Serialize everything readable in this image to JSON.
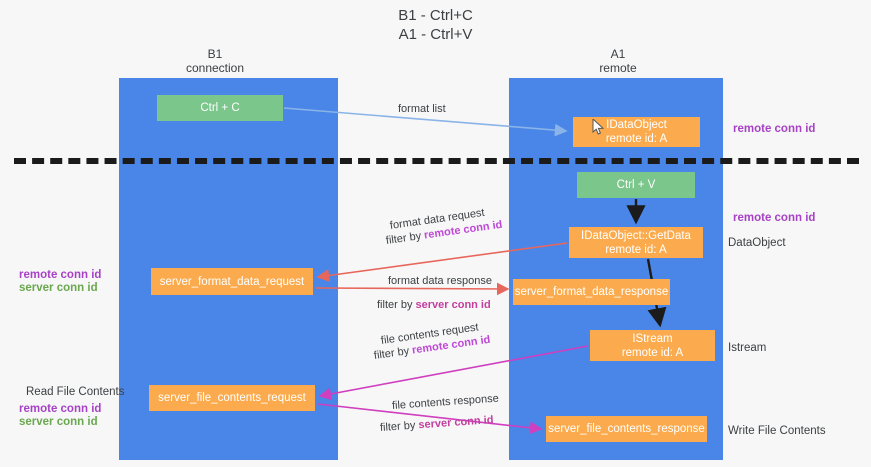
{
  "title": {
    "line1": "B1 - Ctrl+C",
    "line2": "A1 - Ctrl+V"
  },
  "columns": [
    {
      "name": "B1",
      "subtitle": "connection"
    },
    {
      "name": "A1",
      "subtitle": "remote"
    }
  ],
  "nodes": {
    "ctrl_c": {
      "line1": "Ctrl + C",
      "line2": "",
      "color": "#7ac68b"
    },
    "idataobject": {
      "line1": "IDataObject",
      "line2": "remote id: A",
      "color": "#fbab4d"
    },
    "ctrl_v": {
      "line1": "Ctrl + V",
      "line2": "",
      "color": "#7ac68b"
    },
    "getdata": {
      "line1": "IDataObject::GetData",
      "line2": "remote id: A",
      "color": "#fbab4d"
    },
    "format_data_request": {
      "line1": "server_format_data_request",
      "line2": "",
      "color": "#fbab4d"
    },
    "format_data_response": {
      "line1": "server_format_data_response",
      "line2": "",
      "color": "#fbab4d"
    },
    "istream": {
      "line1": "IStream",
      "line2": "remote id: A",
      "color": "#fbab4d"
    },
    "file_contents_request": {
      "line1": "server_file_contents_request",
      "line2": "",
      "color": "#fbab4d"
    },
    "file_contents_response": {
      "line1": "server_file_contents_response",
      "line2": "",
      "color": "#fbab4d"
    }
  },
  "edges": {
    "format_list": "format list",
    "format_data_request": "format data request",
    "format_data_request_filter_prefix": "filter by ",
    "format_data_request_filter_key": "remote conn id",
    "format_data_response": "format data response",
    "format_data_response_filter_prefix": "filter by ",
    "format_data_response_filter_key": "server conn id",
    "file_contents_request": "file contents request",
    "file_contents_request_filter_prefix": "filter by ",
    "file_contents_request_filter_key": "remote conn id",
    "file_contents_response": "file contents response",
    "file_contents_response_filter_prefix": "filter by ",
    "file_contents_response_filter_key": "server conn id"
  },
  "right_labels": {
    "remote_conn_id_top": "remote conn id",
    "remote_conn_id_mid": "remote conn id",
    "dataobject": "DataObject",
    "istream": "Istream",
    "write_file_contents": "Write File Contents"
  },
  "left_labels": {
    "remote_conn_id_mid": "remote conn id",
    "server_conn_id_mid": "server conn id",
    "read_file_contents": "Read File Contents",
    "remote_conn_id_bottom": "remote conn id",
    "server_conn_id_bottom": "server conn id"
  },
  "colors": {
    "lane": "#4a86e8",
    "green_node": "#7ac68b",
    "orange_node": "#fbab4d",
    "purple_text": "#a742c6",
    "green_text": "#6aa84f",
    "pink_text": "#c23fa0",
    "divider": "#1b1b1b",
    "arrow_red": "#e8675c",
    "arrow_blue": "#8ab4e8",
    "arrow_magenta": "#cf3fbf",
    "arrow_black": "#1b1b1b",
    "background": "#f7f7f7"
  }
}
